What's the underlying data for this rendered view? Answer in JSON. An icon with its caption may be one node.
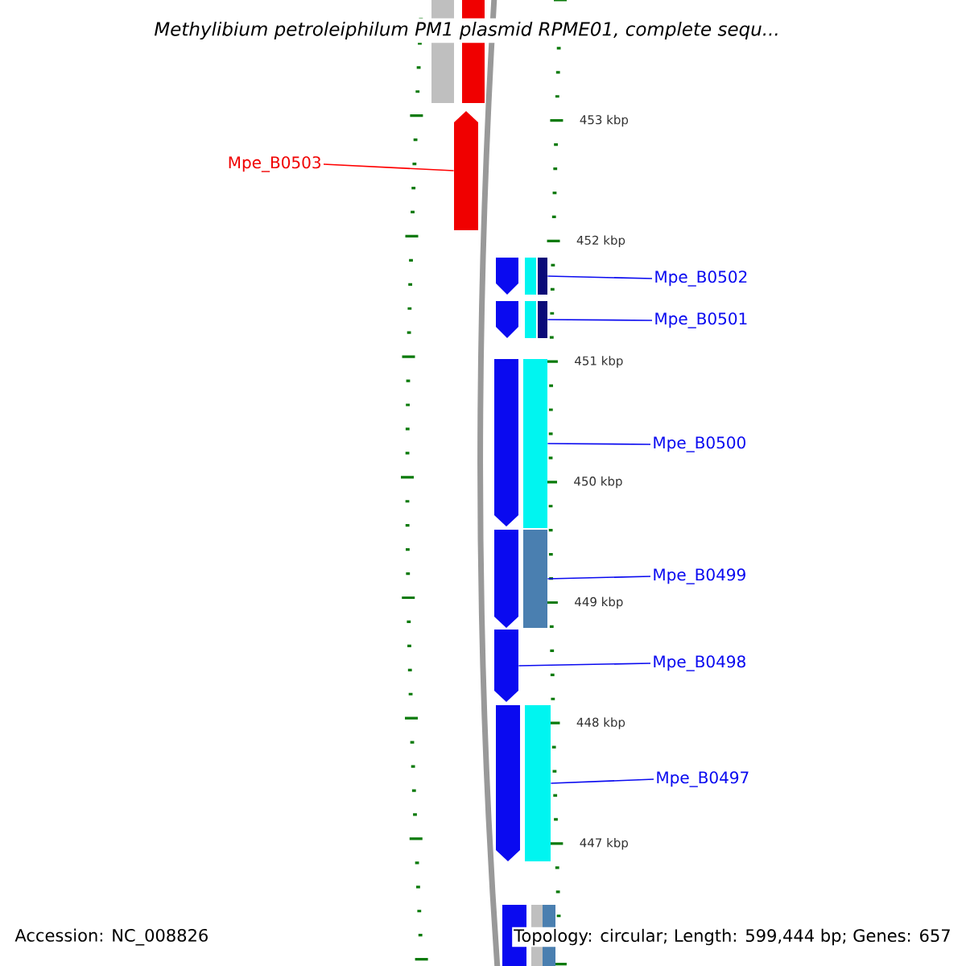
{
  "diagram": {
    "title": "Methylibium petroleiphilum PM1 plasmid RPME01, complete sequ...",
    "nodes": [
      {
        "text": [
          "Mpe_B0503"
        ]
      },
      {
        "text": [],
        "shape": "arrow"
      },
      {
        "text": [
          "Mpe_B0502"
        ]
      },
      {
        "text": [],
        "shape": "bar"
      },
      {
        "text": [
          "Mpe_B0501"
        ]
      },
      {
        "text": [],
        "shape": "bar"
      },
      {
        "text": [
          "Mpe_B0500"
        ]
      },
      {
        "text": [],
        "shape": "bar"
      },
      {
        "text": [
          "Mpe_B0499"
        ]
      },
      {
        "text": [],
        "shape": "bar"
      },
      {
        "text": [
          "Mpe_B0498"
        ]
      },
      {
        "text": [],
        "shape": "arrow"
      },
      {
        "text": [
          "Mpe_B0497"
        ]
      },
      {
        "text": [],
        "shape": "bar"
      },
      {
        "text": [],
        "shape": "arrow"
      },
      {
        "text": [],
        "shape": "arrow"
      }
    ],
    "edges": [
      {
        "from": 0,
        "to": 1,
        "arrow": "none",
        "color": "#ff0000"
      },
      {
        "from": 2,
        "to": 3,
        "arrow": "none"
      },
      {
        "from": 4,
        "to": 5,
        "arrow": "none"
      },
      {
        "from": 6,
        "to": 7,
        "arrow": "none"
      },
      {
        "from": 8,
        "to": 9,
        "arrow": "none"
      },
      {
        "from": 10,
        "to": 11,
        "arrow": "none"
      },
      {
        "from": 12,
        "to": 13,
        "arrow": "none"
      }
    ],
    "labels": [
      "453 kbp",
      "452 kbp",
      "451 kbp",
      "450 kbp",
      "449 kbp",
      "448 kbp",
      "447 kbp",
      "Accession: NC_008826",
      "Topology: circular; Length: 599,444 bp; Genes: 657"
    ]
  }
}
